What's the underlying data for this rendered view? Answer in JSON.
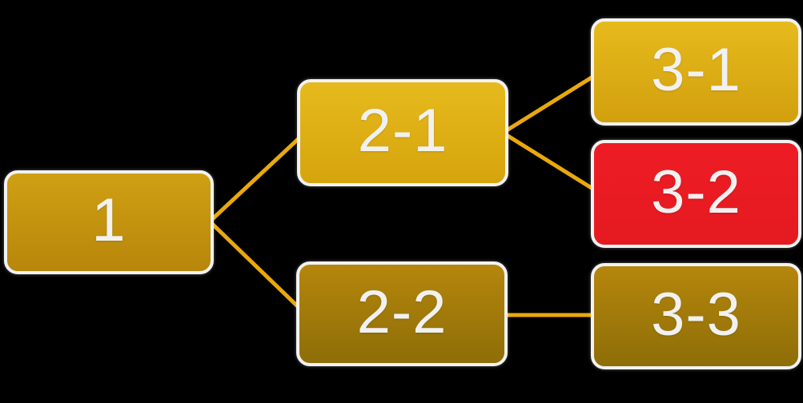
{
  "diagram": {
    "type": "hierarchy-tree",
    "background_color": "#000000",
    "connector_color": "#E9A90C",
    "node_border_color": "#F2F2F2",
    "node_text_color": "#F1F1F1",
    "nodes": [
      {
        "id": "1",
        "label": "1",
        "level": 1,
        "fill_top": "#CFA013",
        "fill_bottom": "#B8860B",
        "style": "background:linear-gradient(180deg,#CFA013 0%,#B8860B 100%)"
      },
      {
        "id": "2-1",
        "label": "2-1",
        "level": 2,
        "fill_top": "#E6BA1D",
        "fill_bottom": "#D6A40D",
        "style": "background:linear-gradient(180deg,#E6BA1D 0%,#D6A40D 100%)"
      },
      {
        "id": "2-2",
        "label": "2-2",
        "level": 2,
        "fill_top": "#B5860C",
        "fill_bottom": "#8E6E08",
        "style": "background:linear-gradient(180deg,#B5860C 0%,#8E6E08 100%)"
      },
      {
        "id": "3-1",
        "label": "3-1",
        "level": 3,
        "fill_top": "#E6BA1D",
        "fill_bottom": "#D2A00E",
        "style": "background:linear-gradient(180deg,#E6BA1D 0%,#D2A00E 100%)"
      },
      {
        "id": "3-2",
        "label": "3-2",
        "level": 3,
        "fill_top": "#EE1C24",
        "fill_bottom": "#E51A21",
        "style": "background:linear-gradient(180deg,#EE1C24 0%,#E51A21 100%)"
      },
      {
        "id": "3-3",
        "label": "3-3",
        "level": 3,
        "fill_top": "#B5860C",
        "fill_bottom": "#8E6E08",
        "style": "background:linear-gradient(180deg,#B5860C 0%,#8E6E08 100%)"
      }
    ],
    "edges": [
      {
        "from": "1",
        "to": "2-1"
      },
      {
        "from": "1",
        "to": "2-2"
      },
      {
        "from": "2-1",
        "to": "3-1"
      },
      {
        "from": "2-1",
        "to": "3-2"
      },
      {
        "from": "2-2",
        "to": "3-3"
      }
    ]
  }
}
